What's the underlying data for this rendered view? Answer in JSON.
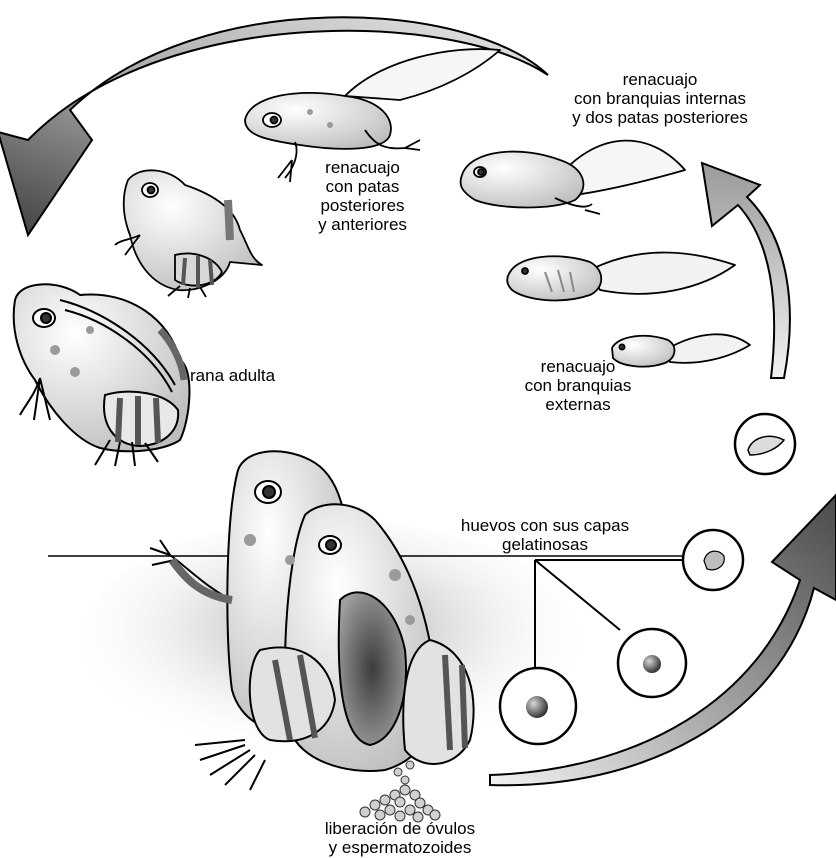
{
  "labels": {
    "tadpole_internal_gills": [
      "renacuajo",
      "con branquias internas",
      "y dos patas posteriores"
    ],
    "tadpole_all_legs": [
      "renacuajo",
      "con patas",
      "posteriores",
      "y anteriores"
    ],
    "adult_frog": [
      "rana adulta"
    ],
    "tadpole_external_gills": [
      "renacuajo",
      "con branquias",
      "externas"
    ],
    "eggs": [
      "huevos con sus capas",
      "gelatinosas"
    ],
    "release": [
      "liberación de óvulos",
      "y espermatozoides"
    ]
  },
  "colors": {
    "arrow_dark": "#4a4a4a",
    "arrow_light": "#e6e6e6",
    "outline": "#000000",
    "skin": "#f2f2f2",
    "spots": "#9a9a9a",
    "water_shadow": "#bdbdbd"
  }
}
